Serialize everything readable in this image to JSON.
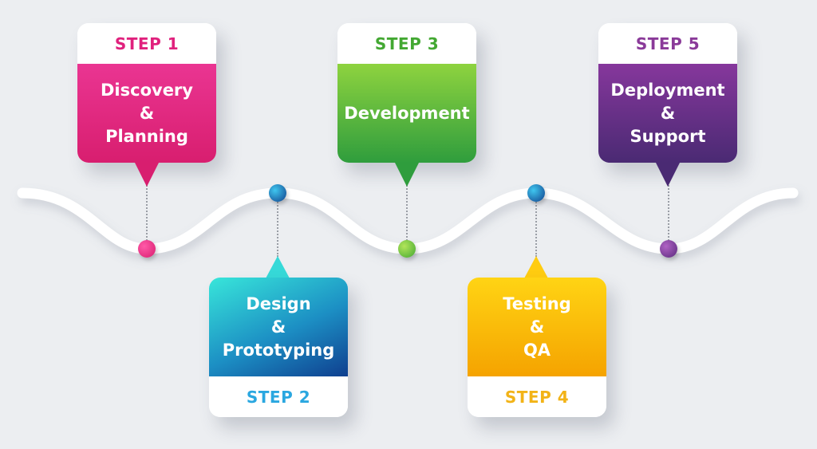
{
  "steps": [
    {
      "label": "STEP 1",
      "lines": [
        "Discovery",
        "&",
        "Planning"
      ],
      "color": "#e0217d",
      "gradient": [
        "#e82f8c",
        "#d81e6f"
      ]
    },
    {
      "label": "STEP 2",
      "lines": [
        "Design",
        "&",
        "Prototyping"
      ],
      "color": "#2aa7e0",
      "gradient": [
        "#36e0d8",
        "#0f4c93"
      ]
    },
    {
      "label": "STEP 3",
      "lines": [
        "Development"
      ],
      "color": "#43a832",
      "gradient": [
        "#8cd23d",
        "#2f9d3d"
      ]
    },
    {
      "label": "STEP 4",
      "lines": [
        "Testing",
        "&",
        "QA"
      ],
      "color": "#f2b317",
      "gradient": [
        "#ffcc10",
        "#f5a800"
      ]
    },
    {
      "label": "STEP 5",
      "lines": [
        "Deployment",
        "&",
        "Support"
      ],
      "color": "#8a3a99",
      "gradient": [
        "#84359a",
        "#4a2a73"
      ]
    }
  ]
}
